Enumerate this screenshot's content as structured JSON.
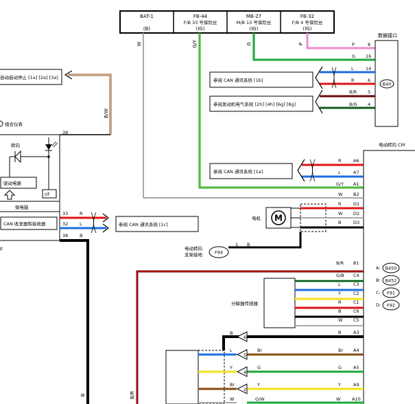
{
  "fuse_header": [
    {
      "id": "BAT-1",
      "desc": "",
      "sub": "(B)"
    },
    {
      "id": "FB-44",
      "desc": "F/B 33 号保险丝",
      "sub": "(IG)"
    },
    {
      "id": "MB-27",
      "desc": "M/B 13 号保险丝",
      "sub": "(IG)"
    },
    {
      "id": "FB-32",
      "desc": "F/B 4 号保险丝",
      "sub": "(IG)"
    }
  ],
  "feed_wire_labels": [
    "W",
    "G/Y",
    "G",
    "P"
  ],
  "data_connector": {
    "title": "数据接口",
    "code": "B40",
    "pins": [
      {
        "color": "P",
        "pin": "8"
      },
      {
        "color": "G",
        "pin": "16"
      },
      {
        "color": "L",
        "pin": "14"
      },
      {
        "color": "R",
        "pin": "6"
      },
      {
        "color": "B/R",
        "pin": "5"
      },
      {
        "color": "B/G",
        "pin": "4"
      }
    ]
  },
  "refs": {
    "can_1b": "参阅 CAN 通讯系统 [1b]",
    "engine_2h": "参阅发动机电气系统 [2h] [4h] [6g] [8g]",
    "can_1a": "参阅 CAN 通讯系统 [1a]",
    "can_1c": "参阅 CAN 通讯系统 [1c]",
    "auto_stop": "自动启动停止 [1a] [2a] [3a]"
  },
  "combination_meter": {
    "title": "组合仪表",
    "turn_label": "转向",
    "drive_circuit": "驱动电路",
    "if_label": "I/F",
    "micro": "微电脑",
    "can_transceiver": "CAN 收发器和接收器",
    "left_partial": "F",
    "pins": [
      {
        "pin": "39",
        "color": ""
      },
      {
        "pin": "33",
        "color": "R"
      },
      {
        "pin": "32",
        "color": "L"
      },
      {
        "pin": "38",
        "color": "B"
      }
    ],
    "bw_label": "B/W"
  },
  "eps_cm": {
    "title": "电动转向 CM",
    "pins_top": [
      {
        "color": "R",
        "pin": "A6"
      },
      {
        "color": "L",
        "pin": "A7"
      },
      {
        "color": "G/Y",
        "pin": "A1"
      },
      {
        "color": "W",
        "pin": "B2"
      },
      {
        "color": "R",
        "pin": "D1"
      },
      {
        "color": "W",
        "pin": "D2"
      },
      {
        "color": "B",
        "pin": "D3"
      }
    ],
    "pins_resolver": [
      {
        "color": "B/R",
        "pin": "B1"
      },
      {
        "color": "G/B",
        "pin": "C4"
      },
      {
        "color": "L",
        "pin": "C3"
      },
      {
        "color": "Y",
        "pin": "C2"
      },
      {
        "color": "R",
        "pin": "C1"
      },
      {
        "color": "B",
        "pin": "C6"
      },
      {
        "color": "W",
        "pin": "C5"
      }
    ],
    "pins_bottom": [
      {
        "color": "B",
        "pin": "A3"
      },
      {
        "color": "Br",
        "pin": "A4"
      },
      {
        "color": "G",
        "pin": "A5"
      },
      {
        "color": "Y",
        "pin": "A9"
      },
      {
        "color": "W",
        "pin": "A10"
      }
    ]
  },
  "motor": {
    "label": "电机",
    "symbol": "M"
  },
  "bracket": {
    "label_line1": "电动转向",
    "label_line2": "支架接地",
    "code": "F94",
    "pin": "1",
    "color": "B"
  },
  "resolver": {
    "label": "分解器传感器"
  },
  "torque_connector": {
    "rows": [
      {
        "pin": "6",
        "color_left": "B",
        "color_right": "B"
      },
      {
        "pin": "5",
        "color_left": "L",
        "color_right": "Br"
      },
      {
        "pin": "4",
        "color_left": "Y",
        "color_right": "G"
      },
      {
        "pin": "2",
        "color_left": "Br",
        "color_right": "Y"
      },
      {
        "pin": "",
        "color_left": "W",
        "color_right": "G/W"
      }
    ]
  },
  "legend": [
    {
      "key": "A:",
      "code": "B450"
    },
    {
      "key": "B:",
      "code": "B452"
    },
    {
      "key": "C:",
      "code": "F91"
    },
    {
      "key": "D:",
      "code": "F92"
    }
  ],
  "bottom_labels": [
    "B",
    "B/R"
  ],
  "colors": {
    "pink": "#f08ad0",
    "green": "#1aa83a",
    "blue": "#1a6ee0",
    "red": "#e01414",
    "yellow": "#f2e21c",
    "brown": "#8a4a10",
    "dark_red": "#6a0a0a",
    "gray": "#a8a8a8",
    "black": "#000000"
  }
}
